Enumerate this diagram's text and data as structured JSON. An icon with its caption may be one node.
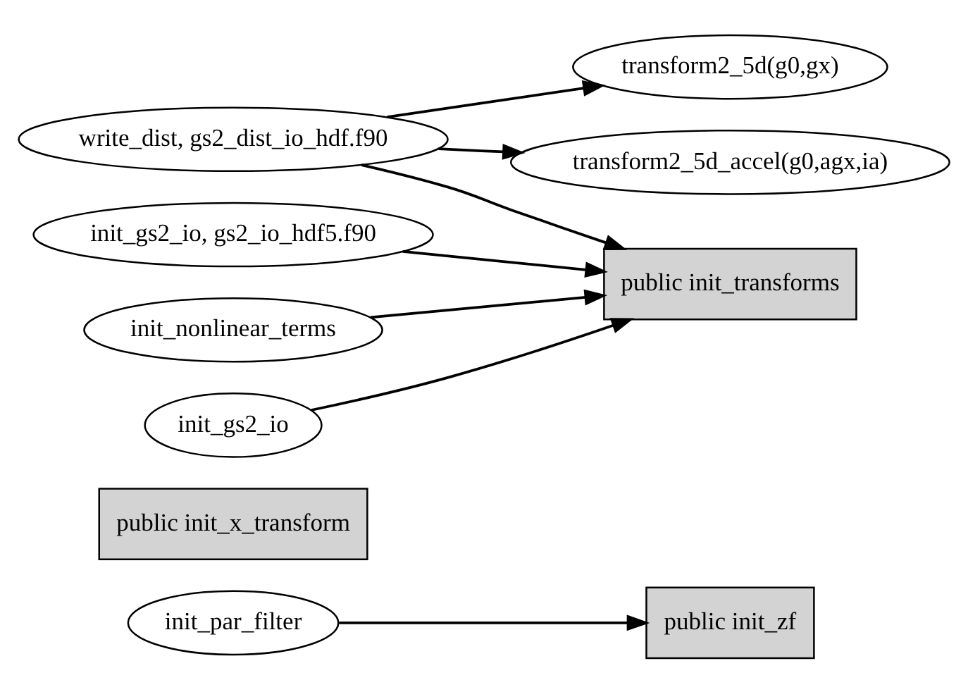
{
  "diagram": {
    "nodes": [
      {
        "text": [
          "init_par_filter"
        ]
      },
      {
        "text": [
          "public init_zf"
        ]
      },
      {
        "text": [
          "public init_x_transform"
        ]
      },
      {
        "text": [
          "transform2_5d(g0,gx)"
        ]
      },
      {
        "text": [
          "write_dist, gs2_dist_io_hdf.f90"
        ]
      },
      {
        "text": [
          "transform2_5d_accel(g0,agx,ia)"
        ]
      },
      {
        "text": [
          "init_gs2_io, gs2_io_hdf5.f90"
        ]
      },
      {
        "text": [
          "init_nonlinear_terms"
        ]
      },
      {
        "text": [
          "public init_transforms"
        ]
      },
      {
        "text": [
          "init_gs2_io"
        ]
      }
    ],
    "edges": [
      {
        "from": 0,
        "to": 1,
        "arrow": "to"
      },
      {
        "from": 4,
        "to": 3,
        "arrow": "to"
      },
      {
        "from": 4,
        "to": 5,
        "arrow": "to"
      },
      {
        "from": 4,
        "to": 8,
        "arrow": "to"
      },
      {
        "from": 6,
        "to": 8,
        "arrow": "to"
      },
      {
        "from": 7,
        "to": 8,
        "arrow": "to"
      },
      {
        "from": 9,
        "to": 8,
        "arrow": "to"
      }
    ]
  }
}
